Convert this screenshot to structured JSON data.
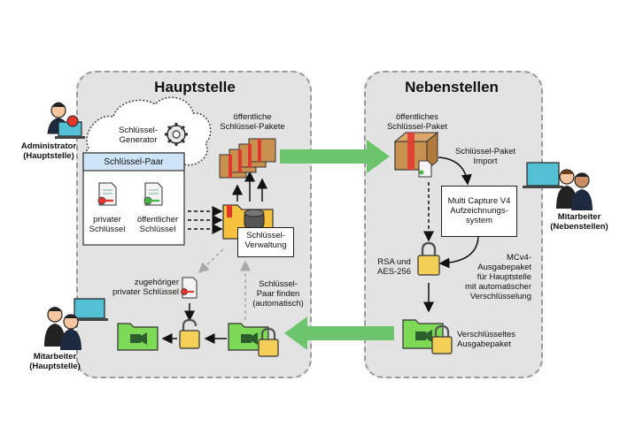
{
  "panels": {
    "left_title": "Hauptstelle",
    "right_title": "Nebenstellen"
  },
  "labels": {
    "admin": "Administrator\n(Hauptstelle)",
    "key_generator": "Schlüssel-\nGenerator",
    "key_pair": "Schlüssel-Paar",
    "private_key": "privater\nSchlüssel",
    "public_key": "öffentlicher\nSchlüssel",
    "public_key_packages": "öffentliche\nSchlüssel-Pakete",
    "key_management": "Schlüssel-\nVerwaltung",
    "matching_private_key": "zugehöriger\nprivater Schlüssel",
    "find_key_pair": "Schlüssel-\nPaar finden\n(automatisch)",
    "employee_main": "Mitarbeiter\n(Hauptstelle)",
    "public_key_package": "öffentliches\nSchlüssel-Paket",
    "key_package_import": "Schlüssel-Paket\nImport",
    "multi_capture": "Multi Capture V4\nAufzeichnungs-\nsystem",
    "employee_branch": "Mitarbeiter\n(Nebenstellen)",
    "rsa": "RSA und\nAES-256",
    "output_package": "MCv4-\nAusgabepaket\nfür Hauptstelle\nmit automatischer\nVerschlüsselung",
    "encrypted_package": "Verschlüsseltes\nAusgabepaket"
  },
  "colors": {
    "panel_bg": "#e3e3e3",
    "green_arrow": "#6cc56c",
    "folder_green": "#7ed957",
    "lock_yellow": "#f4cf57",
    "key_red": "#e3362f",
    "key_green": "#48b948",
    "keypair_header": "#cfe4f7",
    "box_brown": "#c8914f"
  }
}
